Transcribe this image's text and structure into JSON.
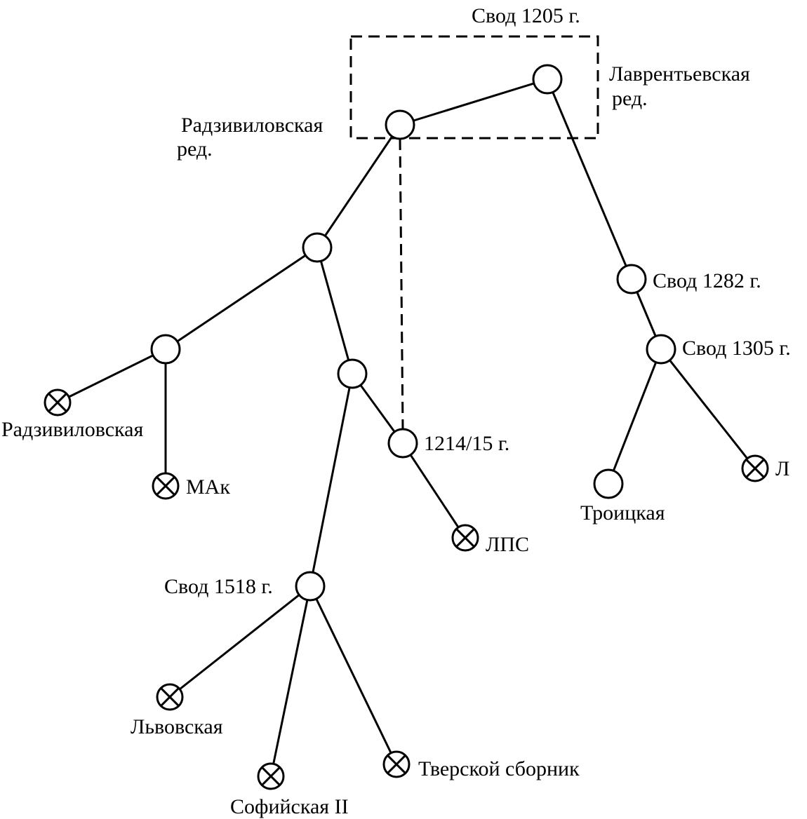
{
  "colors": {
    "ink": "#000000",
    "background": "#ffffff"
  },
  "labels": {
    "svod_1205": "Свод 1205 г.",
    "lavrentievskaya_red_line1": "Лаврентьевская",
    "lavrentievskaya_red_line2": "ред.",
    "radzivilovskaya_red_line1": "Радзивиловская",
    "radzivilovskaya_red_line2": "ред.",
    "svod_1282": "Свод 1282 г.",
    "svod_1305": "Свод 1305 г.",
    "svod_1214_15": "1214/15 г.",
    "radzivilovskaya": "Радзивиловская",
    "mak": "МАк",
    "lps": "ЛПС",
    "troitskaya": "Троицкая",
    "l": "Л",
    "svod_1518": "Свод 1518 г.",
    "lvovskaya": "Львовская",
    "sofiyskaya_2": "Софийская II",
    "tverskoy_sbornik": "Тверской сборник"
  }
}
